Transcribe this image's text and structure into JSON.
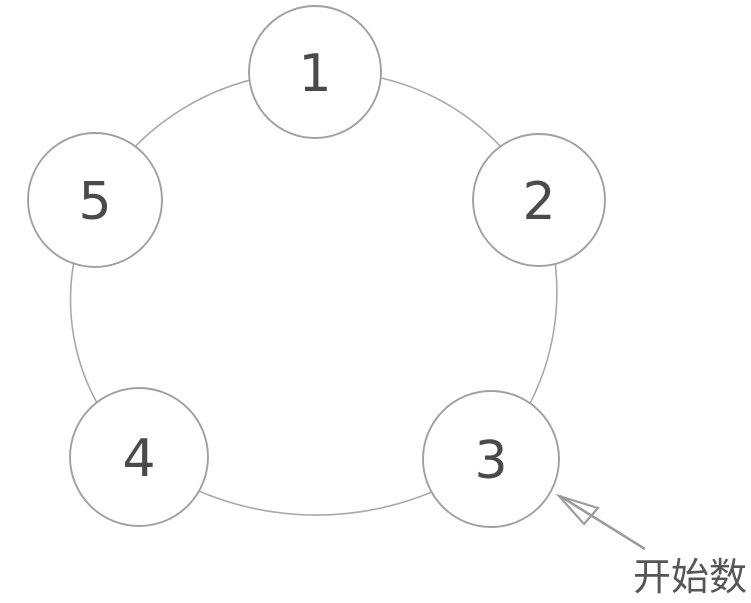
{
  "diagram": {
    "description": "Five numbered circles arranged in a ring with an arrow marking the starting circle",
    "background_color": "#ffffff",
    "ring_stroke_color": "#a9a9a9",
    "circle_stroke_color": "#a0a0a0",
    "number_color": "#4a4a4a",
    "arrow_color": "#9c9c9c",
    "nodes": [
      {
        "label": "1"
      },
      {
        "label": "2"
      },
      {
        "label": "3"
      },
      {
        "label": "4"
      },
      {
        "label": "5"
      }
    ],
    "annotation": {
      "label": "开始数",
      "color": "#565656",
      "points_to_node": "3"
    }
  }
}
